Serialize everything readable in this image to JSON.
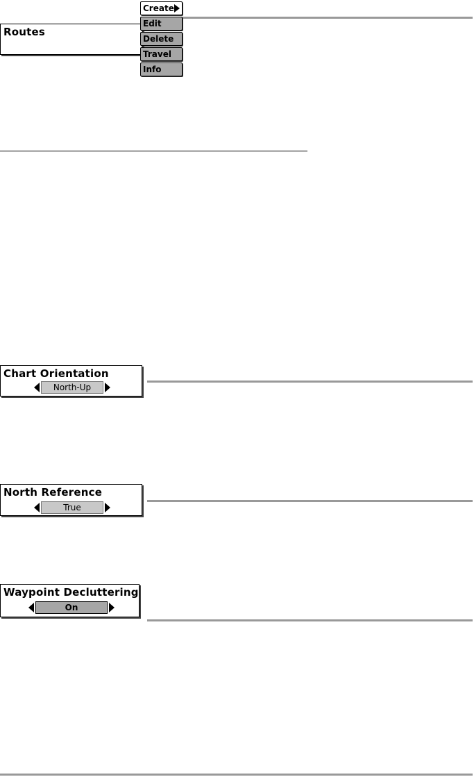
{
  "routes_menu": {
    "title": "Routes",
    "items": [
      {
        "label": "Create",
        "selected": true
      },
      {
        "label": "Edit",
        "selected": false
      },
      {
        "label": "Delete",
        "selected": false
      },
      {
        "label": "Travel",
        "selected": false
      },
      {
        "label": "Info",
        "selected": false
      }
    ]
  },
  "chart_orientation": {
    "title": "Chart Orientation",
    "value": "North-Up"
  },
  "north_reference": {
    "title": "North Reference",
    "value": "True"
  },
  "waypoint_decluttering": {
    "title": "Waypoint Decluttering",
    "value": "On"
  },
  "colors": {
    "rule": "#999999",
    "menu_item": "#a6a6a6",
    "selector_fill": "#c8c8c8"
  }
}
